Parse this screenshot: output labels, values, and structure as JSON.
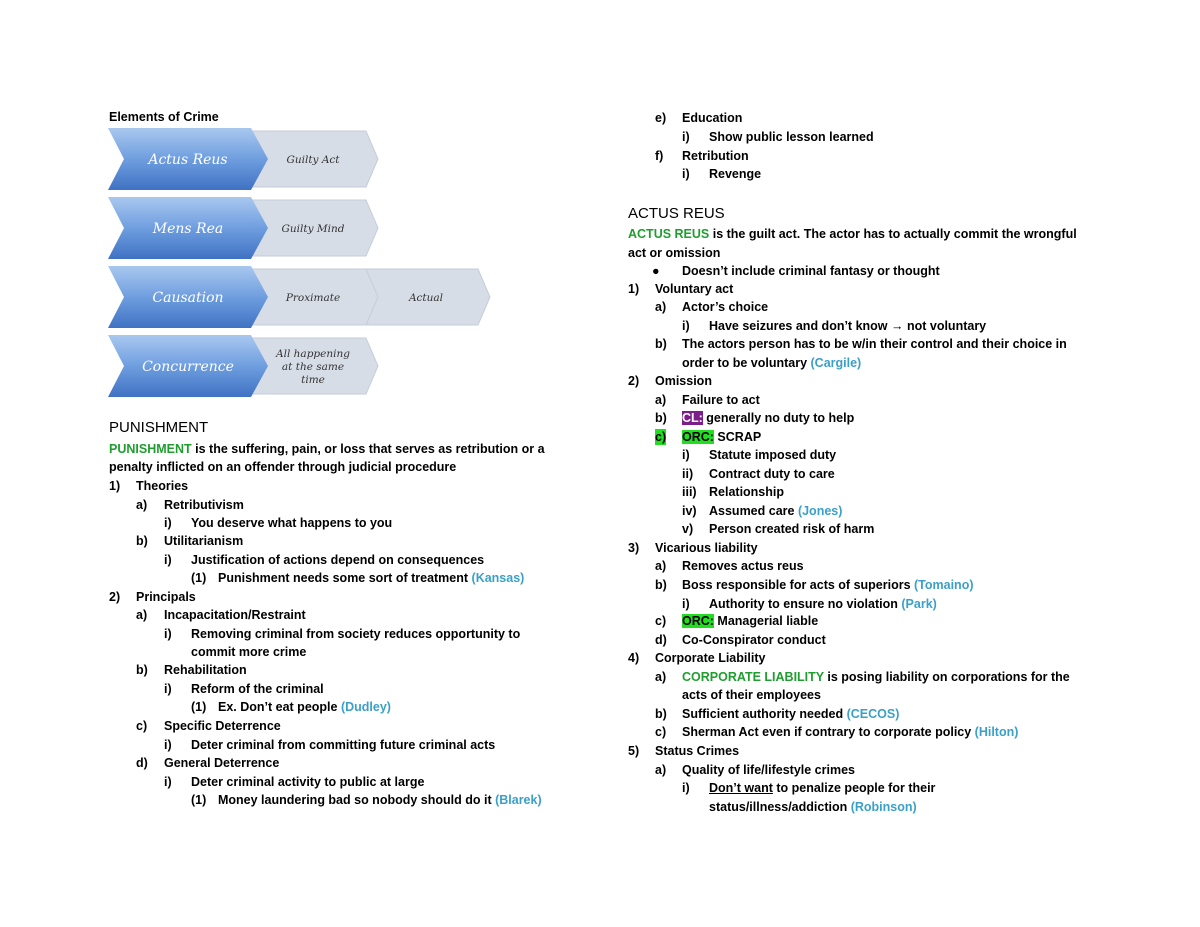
{
  "elements": {
    "title": "Elements of Crime",
    "rows": [
      {
        "main": "Actus Reus",
        "details": [
          "Guilty Act"
        ]
      },
      {
        "main": "Mens Rea",
        "details": [
          "Guilty Mind"
        ]
      },
      {
        "main": "Causation",
        "details": [
          "Proximate",
          "Actual"
        ]
      },
      {
        "main": "Concurrence",
        "details": [
          "All happening",
          "at the same",
          "time"
        ]
      }
    ]
  },
  "punishment": {
    "heading": "PUNISHMENT",
    "def_term": "PUNISHMENT",
    "def_text_1": " is the suffering, pain, or loss that serves as retribution or a",
    "def_text_2": "penalty inflicted on an offender through judicial procedure",
    "theories": {
      "num": "1)",
      "label": "Theories"
    },
    "retrib": {
      "m": "a)",
      "label": "Retributivism"
    },
    "retrib_i": {
      "m": "i)",
      "label": "You deserve what happens to you"
    },
    "util": {
      "m": "b)",
      "label": "Utilitarianism"
    },
    "util_i": {
      "m": "i)",
      "label": "Justification of actions depend on consequences"
    },
    "util_1": {
      "m": "(1)",
      "label": "Punishment needs some sort of treatment ",
      "cite": "(Kansas)"
    },
    "principals": {
      "num": "2)",
      "label": "Principals"
    },
    "incap": {
      "m": "a)",
      "label": "Incapacitation/Restraint"
    },
    "incap_i_1": {
      "m": "i)",
      "label": "Removing criminal from society reduces opportunity to"
    },
    "incap_i_2": {
      "label": "commit more crime"
    },
    "rehab": {
      "m": "b)",
      "label": "Rehabilitation"
    },
    "rehab_i": {
      "m": "i)",
      "label": "Reform of the criminal"
    },
    "rehab_1": {
      "m": "(1)",
      "label": "Ex. Don’t eat people ",
      "cite": "(Dudley)"
    },
    "specific": {
      "m": "c)",
      "label": "Specific Deterrence"
    },
    "specific_i": {
      "m": "i)",
      "label": "Deter criminal from committing future criminal acts"
    },
    "general": {
      "m": "d)",
      "label": "General Deterrence"
    },
    "general_i": {
      "m": "i)",
      "label": "Deter criminal activity to public at large"
    },
    "general_1": {
      "m": "(1)",
      "label": "Money laundering bad so nobody should do it ",
      "cite": "(Blarek)"
    }
  },
  "right": {
    "education": {
      "m": "e)",
      "label": "Education"
    },
    "education_i": {
      "m": "i)",
      "label": "Show public lesson learned"
    },
    "retribution": {
      "m": "f)",
      "label": "Retribution"
    },
    "retribution_i": {
      "m": "i)",
      "label": "Revenge"
    },
    "heading": "ACTUS REUS",
    "def_term": "ACTUS REUS",
    "def_text_1": " is the guilt act. The actor has to actually commit the wrongful",
    "def_text_2": "act or omission",
    "bullet": "Doesn’t include criminal fantasy or thought",
    "voluntary": {
      "num": "1)",
      "label": "Voluntary act"
    },
    "vol_a": {
      "m": "a)",
      "label": "Actor’s choice"
    },
    "vol_a_i": {
      "m": "i)",
      "label": "Have seizures and don’t know → not voluntary"
    },
    "vol_b_1": {
      "m": "b)",
      "label": "The actors person has to be w/in their control and their choice in"
    },
    "vol_b_2": {
      "label": "order to be voluntary ",
      "cite": "(Cargile)"
    },
    "omission": {
      "num": "2)",
      "label": "Omission"
    },
    "om_a": {
      "m": "a)",
      "label": "Failure to act"
    },
    "om_b": {
      "m": "b)",
      "hl": "CL:",
      "label": " generally no duty to help"
    },
    "om_c": {
      "m": "c)",
      "hl": "ORC:",
      "label": " SCRAP"
    },
    "om_c_i": {
      "m": "i)",
      "label": "Statute imposed duty"
    },
    "om_c_ii": {
      "m": "ii)",
      "label": "Contract duty to care"
    },
    "om_c_iii": {
      "m": "iii)",
      "label": "Relationship"
    },
    "om_c_iv": {
      "m": "iv)",
      "label": "Assumed care ",
      "cite": "(Jones)"
    },
    "om_c_v": {
      "m": "v)",
      "label": "Person created risk of harm"
    },
    "vicarious": {
      "num": "3)",
      "label": "Vicarious liability"
    },
    "vic_a": {
      "m": "a)",
      "label": "Removes actus reus"
    },
    "vic_b": {
      "m": "b)",
      "label": "Boss responsible for acts of superiors ",
      "cite": "(Tomaino)"
    },
    "vic_b_i": {
      "m": "i)",
      "label": "Authority to ensure no violation ",
      "cite": "(Park)"
    },
    "vic_c": {
      "m": "c)",
      "hl": "ORC:",
      "label": " Managerial liable"
    },
    "vic_d": {
      "m": "d)",
      "label": "Co-Conspirator conduct"
    },
    "corporate": {
      "num": "4)",
      "label": "Corporate Liability"
    },
    "corp_a_1": {
      "m": "a)",
      "term": "CORPORATE LIABILITY",
      "label": " is posing liability on corporations for the"
    },
    "corp_a_2": {
      "label": "acts of their employees"
    },
    "corp_b": {
      "m": "b)",
      "label": "Sufficient authority needed ",
      "cite": "(CECOS)"
    },
    "corp_c": {
      "m": "c)",
      "label": "Sherman Act even if contrary to corporate policy ",
      "cite": "(Hilton)"
    },
    "status": {
      "num": "5)",
      "label": "Status Crimes"
    },
    "status_a": {
      "m": "a)",
      "label": "Quality of life/lifestyle crimes"
    },
    "status_a_i_1": {
      "m": "i)",
      "u": "Don’t want",
      "label": " to penalize people for their"
    },
    "status_a_i_2": {
      "label": "status/illness/addiction ",
      "cite": "(Robinson)"
    }
  }
}
